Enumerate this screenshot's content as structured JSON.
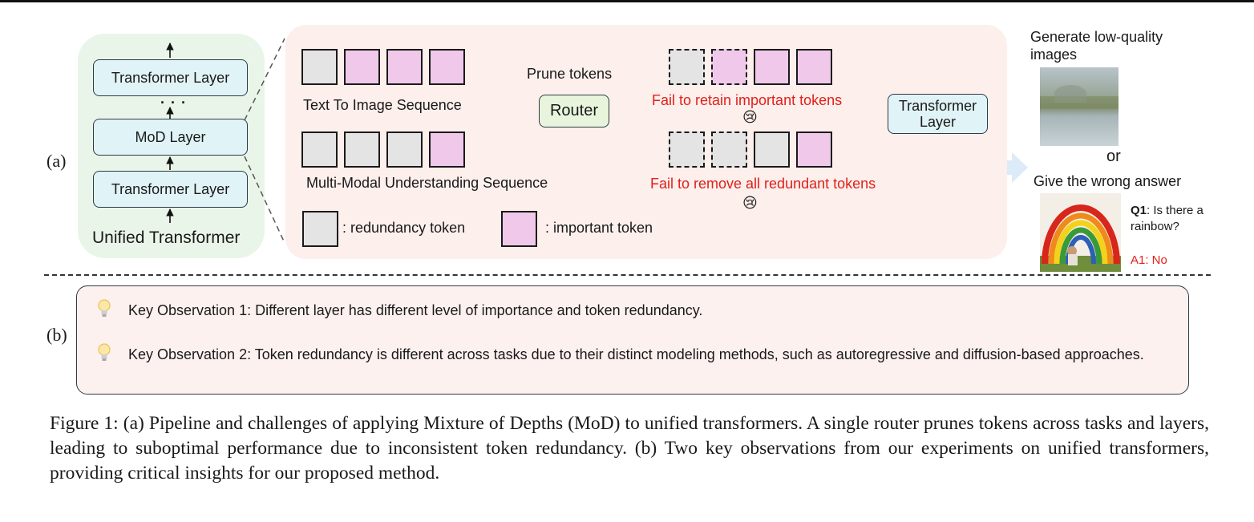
{
  "panel_a": {
    "label": "(a)",
    "unified_transformer": {
      "top_layer": "Transformer Layer",
      "ellipsis": "· · ·",
      "mod_layer": "MoD Layer",
      "bottom_layer": "Transformer Layer",
      "title": "Unified Transformer"
    },
    "pipeline": {
      "t2i_sequence_label": "Text To Image Sequence",
      "mmu_sequence_label": "Multi-Modal Understanding Sequence",
      "prune_label": "Prune tokens",
      "router_label": "Router",
      "fail_retain": "Fail to retain important tokens",
      "fail_remove": "Fail to remove all redundant tokens",
      "sad_emoji": "😢",
      "output_layer": "Transformer Layer",
      "legend_redundant": ": redundancy token",
      "legend_important": ": important token",
      "t2i_tokens": [
        "redundant",
        "important",
        "important",
        "important"
      ],
      "mmu_tokens": [
        "redundant",
        "redundant",
        "redundant",
        "important"
      ],
      "t2i_output_tokens": [
        "pruned-redundant",
        "pruned-important",
        "important",
        "important"
      ],
      "mmu_output_tokens": [
        "pruned-redundant",
        "pruned-redundant",
        "redundant",
        "important"
      ]
    },
    "outcomes": {
      "low_quality_label": "Generate low-quality images",
      "or": "or",
      "wrong_answer_label": "Give the wrong answer",
      "q1_bold": "Q1",
      "q1_text": ": Is there a rainbow?",
      "a1": "A1: No"
    }
  },
  "panel_b": {
    "label": "(b)",
    "observation_1": "Key Observation 1: Different layer has different level of importance and token redundancy.",
    "observation_2": "Key Observation 2: Token redundancy is different across tasks due to their distinct modeling methods, such as autoregressive and diffusion-based approaches.",
    "icon": "lightbulb-icon"
  },
  "caption": "Figure 1: (a) Pipeline and challenges of applying Mixture of Depths (MoD) to unified transformers. A single router prunes tokens across tasks and layers, leading to suboptimal performance due to inconsistent token redundancy. (b) Two key observations from our experiments on unified transformers, providing critical insights for our proposed method.",
  "colors": {
    "important_token": "#efc8ea",
    "redundant_token": "#e4e4e4",
    "failure_text": "#e0201b",
    "unified_panel_bg": "#eaf5ea",
    "pipeline_panel_bg": "#fcefec",
    "layer_box": "#e0f3f6",
    "router_box": "#e8f4dc"
  }
}
